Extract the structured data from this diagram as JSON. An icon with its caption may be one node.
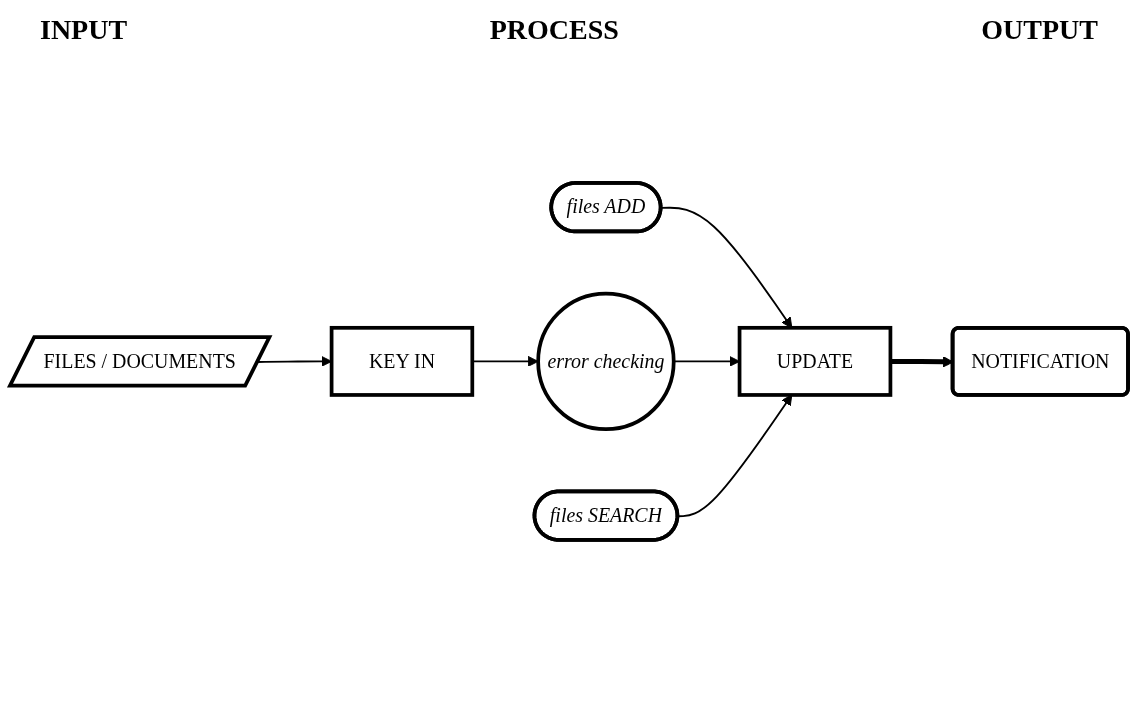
{
  "diagram": {
    "nodes": [
      {
        "text": [
          "FILES / DOCUMENTS"
        ]
      },
      {
        "text": [
          "KEY IN"
        ]
      },
      {
        "text": [
          "error checking"
        ]
      },
      {
        "text": [
          "files ADD"
        ]
      },
      {
        "text": [
          "UPDATE"
        ]
      },
      {
        "text": [
          "files SEARCH"
        ]
      },
      {
        "text": [
          "NOTIFICATION"
        ]
      }
    ],
    "edges": [
      {
        "from": 0,
        "to": 1,
        "arrow": "to"
      },
      {
        "from": 1,
        "to": 2,
        "arrow": "to"
      },
      {
        "from": 3,
        "to": 4,
        "arrow": "to"
      },
      {
        "from": 2,
        "to": 4,
        "arrow": "to"
      },
      {
        "from": 5,
        "to": 4,
        "arrow": "to"
      },
      {
        "from": 4,
        "to": 6,
        "arrow": "to",
        "style": "thick"
      }
    ],
    "labels": [
      "INPUT",
      "PROCESS",
      "OUTPUT"
    ]
  }
}
